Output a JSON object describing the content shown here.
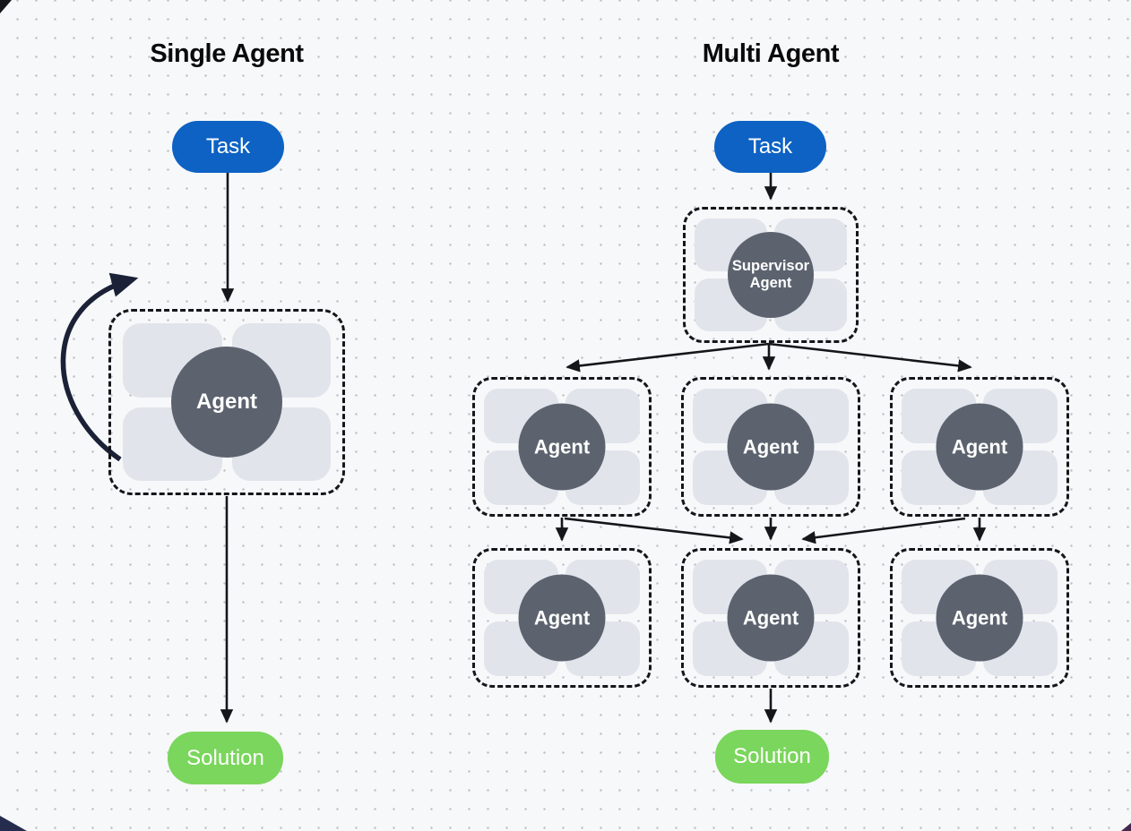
{
  "left_panel": {
    "title": "Single Agent",
    "task_label": "Task",
    "agent_label": "Agent",
    "solution_label": "Solution"
  },
  "right_panel": {
    "title": "Multi Agent",
    "task_label": "Task",
    "supervisor_label": "Supervisor Agent",
    "worker_agents_row1": [
      "Agent",
      "Agent",
      "Agent"
    ],
    "worker_agents_row2": [
      "Agent",
      "Agent",
      "Agent"
    ],
    "solution_label": "Solution"
  },
  "colors": {
    "task_pill": "#0d62c4",
    "solution_pill": "#7ad65c",
    "agent_circle": "#5c636f",
    "module_tile": "#e1e4eb",
    "connector": "#14161a",
    "loop_arrow": "#1b2136",
    "background": "#f7f8f9"
  }
}
